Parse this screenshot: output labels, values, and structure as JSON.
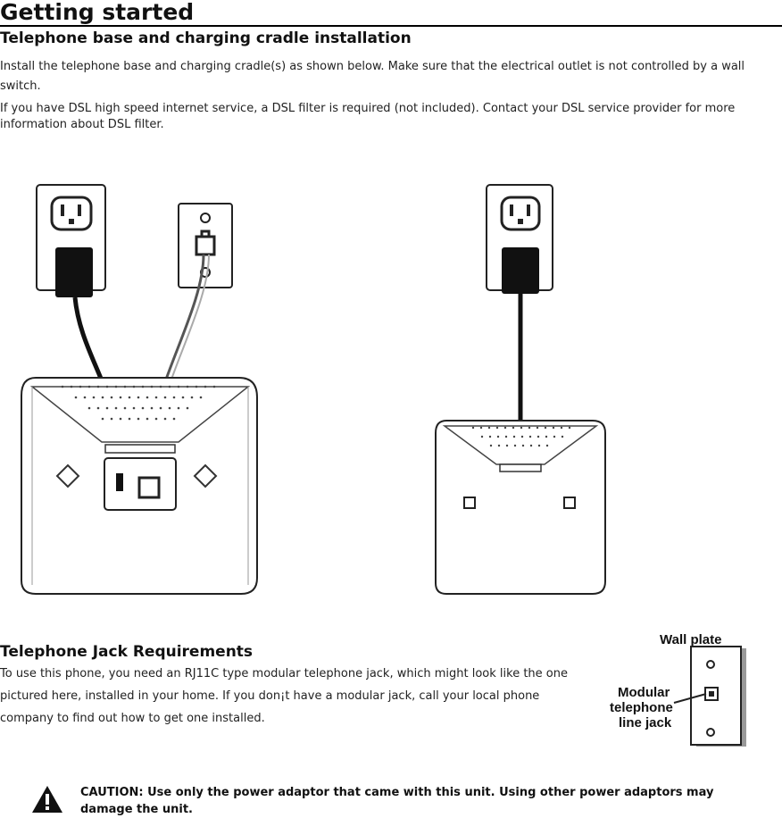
{
  "page_title": "Getting started",
  "section1": {
    "title": "Telephone base and charging cradle installation",
    "para1": "Install the telephone base and charging cradle(s) as shown below. Make sure that the electrical outlet is not controlled by a wall switch.",
    "para2": "If you have DSL high speed internet service, a DSL filter is required (not included). Contact your DSL service provider for more information about DSL filter."
  },
  "section2": {
    "title": "Telephone Jack Requirements",
    "para": "To use this phone, you need an RJ11C type modular telephone jack, which might look like the one pictured here, installed in your home. If you don¡t have a modular jack, call your local phone company to find out how to get one installed."
  },
  "wall_plate_figure": {
    "label_wall_plate": "Wall plate",
    "label_jack_line1": "Modular",
    "label_jack_line2": "telephone",
    "label_jack_line3": "line jack"
  },
  "caution": {
    "text": "CAUTION: Use only the power adaptor that came with this unit. Using other power adaptors may damage the unit."
  },
  "icons": [
    "warning-triangle-icon",
    "power-outlet-icon",
    "phone-wall-jack-icon"
  ]
}
